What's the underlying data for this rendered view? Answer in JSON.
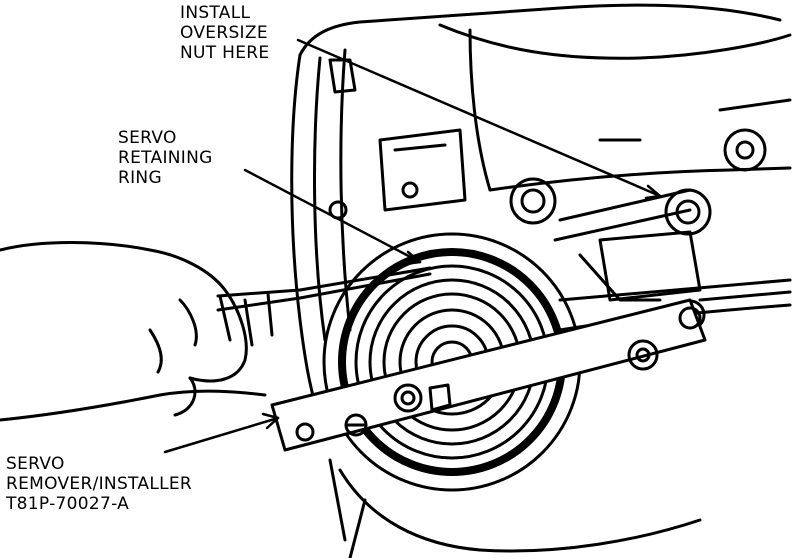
{
  "callouts": {
    "oversize_nut": [
      "INSTALL",
      "OVERSIZE",
      "NUT HERE"
    ],
    "retaining_ring": [
      "SERVO",
      "RETAINING",
      "RING"
    ],
    "remover_installer": [
      "SERVO",
      "REMOVER/INSTALLER",
      "T81P-70027-A"
    ]
  },
  "colors": {
    "ink": "#000000",
    "paper": "#ffffff"
  }
}
